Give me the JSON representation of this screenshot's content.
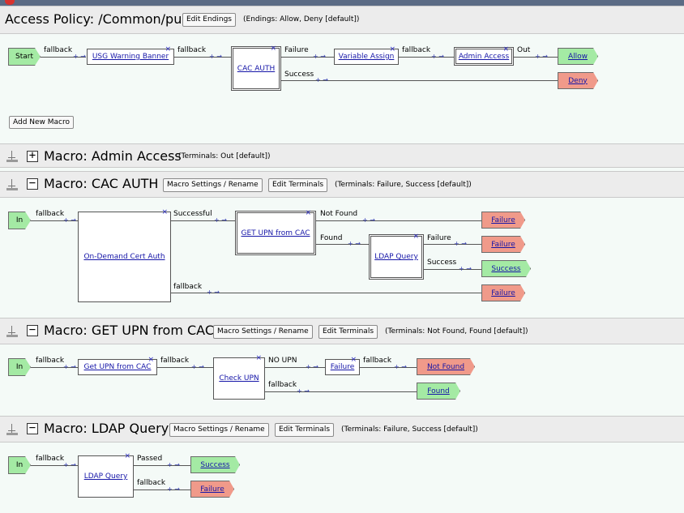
{
  "policy": {
    "title": "Access Policy: /Common/pua",
    "edit_endings_label": "Edit Endings",
    "endings": "(Endings: Allow, Deny [default])",
    "start_label": "Start",
    "usg_banner": "USG Warning Banner",
    "cac_auth": "CAC AUTH",
    "variable_assign": "Variable Assign",
    "admin_access": "Admin Access",
    "allow": "Allow",
    "deny": "Deny",
    "add_macro_label": "Add New Macro"
  },
  "macros": {
    "admin": {
      "title": "Macro: Admin Access",
      "terminals": "(Terminals: Out [default])"
    },
    "cac": {
      "title": "Macro: CAC AUTH",
      "settings_label": "Macro Settings / Rename",
      "edit_terminals_label": "Edit Terminals",
      "terminals": "(Terminals: Failure, Success [default])",
      "in_label": "In",
      "ondemand": "On-Demand Cert Auth",
      "get_upn": "GET UPN from CAC",
      "ldap": "LDAP Query",
      "failure": "Failure",
      "success": "Success"
    },
    "upn": {
      "title": "Macro: GET UPN from CAC",
      "settings_label": "Macro Settings / Rename",
      "edit_terminals_label": "Edit Terminals",
      "terminals": "(Terminals: Not Found, Found [default])",
      "in_label": "In",
      "get_upn": "Get UPN from CAC",
      "check_upn": "Check UPN",
      "failure": "Failure",
      "not_found": "Not Found",
      "found": "Found"
    },
    "ldap": {
      "title": "Macro: LDAP Query",
      "settings_label": "Macro Settings / Rename",
      "edit_terminals_label": "Edit Terminals",
      "terminals": "(Terminals: Failure, Success [default])",
      "in_label": "In",
      "ldap": "LDAP Query",
      "success": "Success",
      "failure": "Failure"
    }
  },
  "branches": {
    "fallback": "fallback",
    "failure": "Failure",
    "success": "Success",
    "out": "Out",
    "successful": "Successful",
    "not_found": "Not Found",
    "found": "Found",
    "no_upn": "NO UPN",
    "passed": "Passed"
  },
  "icons": {
    "expand": "+",
    "collapse": "−",
    "connector": "+ →",
    "remove": "×"
  }
}
